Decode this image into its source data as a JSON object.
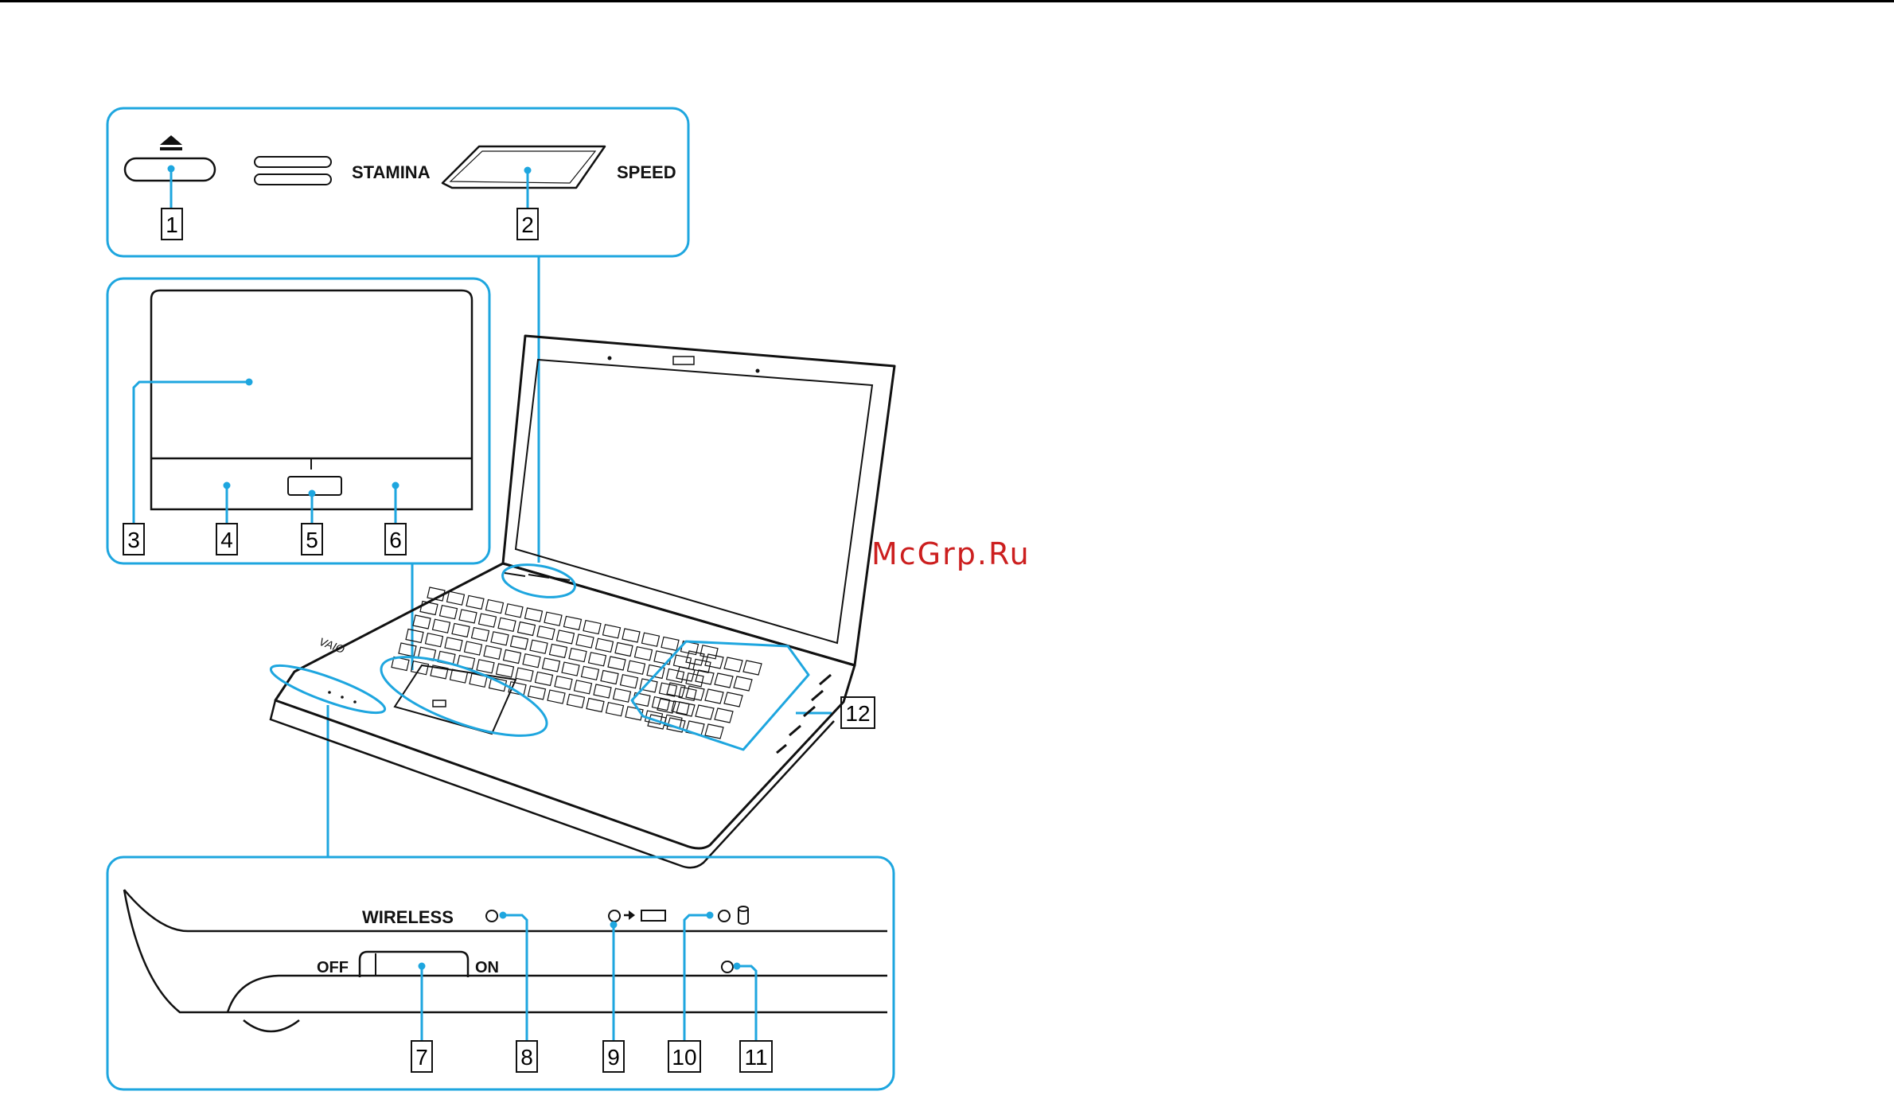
{
  "colors": {
    "callout": "#1ea6df",
    "line": "#111111",
    "watermark": "#cc1f1f"
  },
  "top_panel": {
    "eject_icon": "eject-icon",
    "stamina_label": "STAMINA",
    "speed_label": "SPEED"
  },
  "bottom_panel": {
    "wireless_label": "WIRELESS",
    "off_label": "OFF",
    "on_label": "ON",
    "charge_icon": "charge-indicator-icon",
    "disk_icon": "disk-drive-icon"
  },
  "callouts": [
    "1",
    "2",
    "3",
    "4",
    "5",
    "6",
    "7",
    "8",
    "9",
    "10",
    "11",
    "12"
  ],
  "watermark": "McGrp.Ru"
}
